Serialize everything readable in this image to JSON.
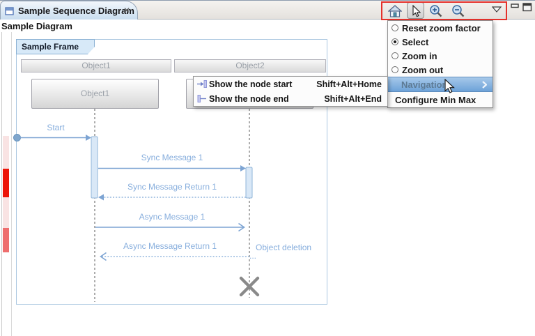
{
  "window": {
    "tab_title": "Sample Sequence Diagram",
    "close_icon": "✕",
    "breadcrumb": "Sample Diagram"
  },
  "toolbar": {
    "icons": [
      "home-icon",
      "select-cursor-icon",
      "zoom-in-icon",
      "zoom-out-icon",
      "view-menu-icon"
    ],
    "window_icons": [
      "minimize-icon",
      "maximize-icon"
    ]
  },
  "menu": {
    "items": [
      {
        "label": "Reset zoom factor",
        "type": "radio",
        "selected": false
      },
      {
        "label": "Select",
        "type": "radio",
        "selected": true
      },
      {
        "label": "Zoom in",
        "type": "radio",
        "selected": false
      },
      {
        "label": "Zoom out",
        "type": "radio",
        "selected": false
      },
      {
        "label": "Navigation",
        "type": "submenu",
        "highlighted": true
      },
      {
        "label": "Configure Min Max",
        "type": "command"
      }
    ]
  },
  "submenu": {
    "items": [
      {
        "label": "Show the node start",
        "shortcut": "Shift+Alt+Home",
        "icon": "node-start-icon"
      },
      {
        "label": "Show the node end",
        "shortcut": "Shift+Alt+End",
        "icon": "node-end-icon"
      }
    ]
  },
  "diagram": {
    "frame_label": "Sample Frame",
    "lifeline_headers": [
      "Object1",
      "Object2"
    ],
    "object1_label": "Object1",
    "messages": {
      "start": "Start",
      "sync1": "Sync Message 1",
      "sync_return1": "Sync Message Return 1",
      "async1": "Async Message 1",
      "async_return1": "Async Message Return 1"
    },
    "object_deletion": "Object deletion",
    "ellipsis": "..."
  },
  "colors": {
    "message_blue": "#7da4d3",
    "label_blue": "#87aedd",
    "frame_border": "#aac7e0",
    "menu_highlight": "#6da2d8",
    "annotation_red": "#e5312b",
    "error_red": "#ec1408",
    "error_pink": "#f9e3e3",
    "error_salmon": "#ee6e6e"
  }
}
